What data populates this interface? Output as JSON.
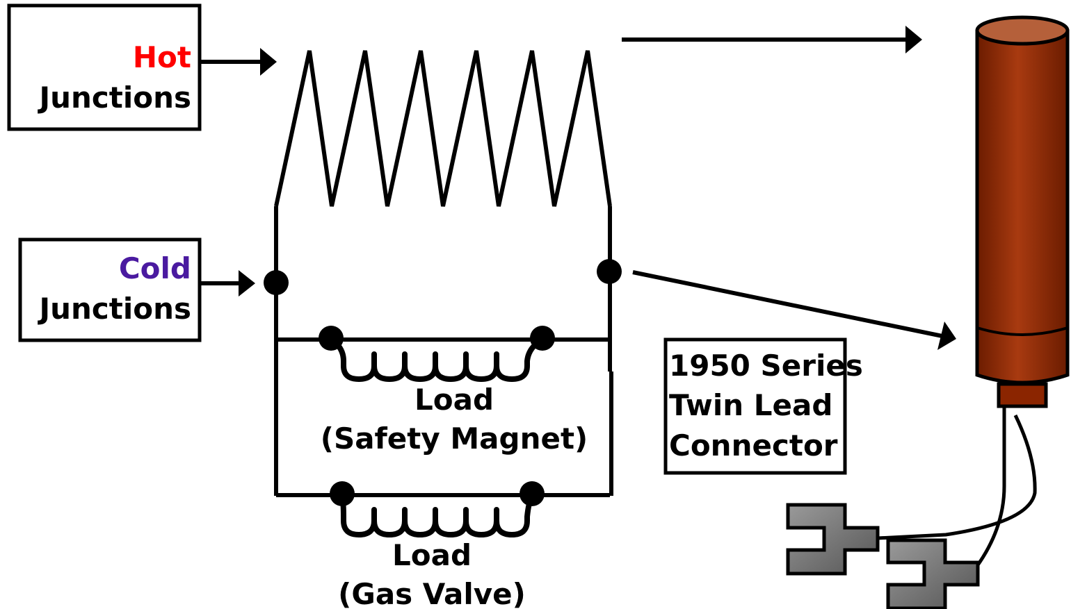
{
  "labels": {
    "hot_word": "Hot",
    "hot_junctions": "Junctions",
    "cold_word": "Cold",
    "cold_junctions": "Junctions",
    "load1_title": "Load",
    "load1_sub": "(Safety Magnet)",
    "load2_title": "Load",
    "load2_sub": "(Gas Valve)",
    "connector_line1": "1950 Series",
    "connector_line2": "Twin Lead",
    "connector_line3": "Connector"
  },
  "colors": {
    "hot": "#ff0000",
    "cold": "#4a1aa0",
    "line": "#000000",
    "cylinder_body": "#8b2500",
    "cylinder_highlight": "#a83a10",
    "cylinder_top": "#b5603a",
    "plug": "#6e6e6e",
    "plug_light": "#9a9a9a"
  },
  "icons": {
    "thermopile": "thermopile-cylinder-icon",
    "coil": "coil-icon",
    "connector_plug": "twin-lead-plug-icon"
  }
}
